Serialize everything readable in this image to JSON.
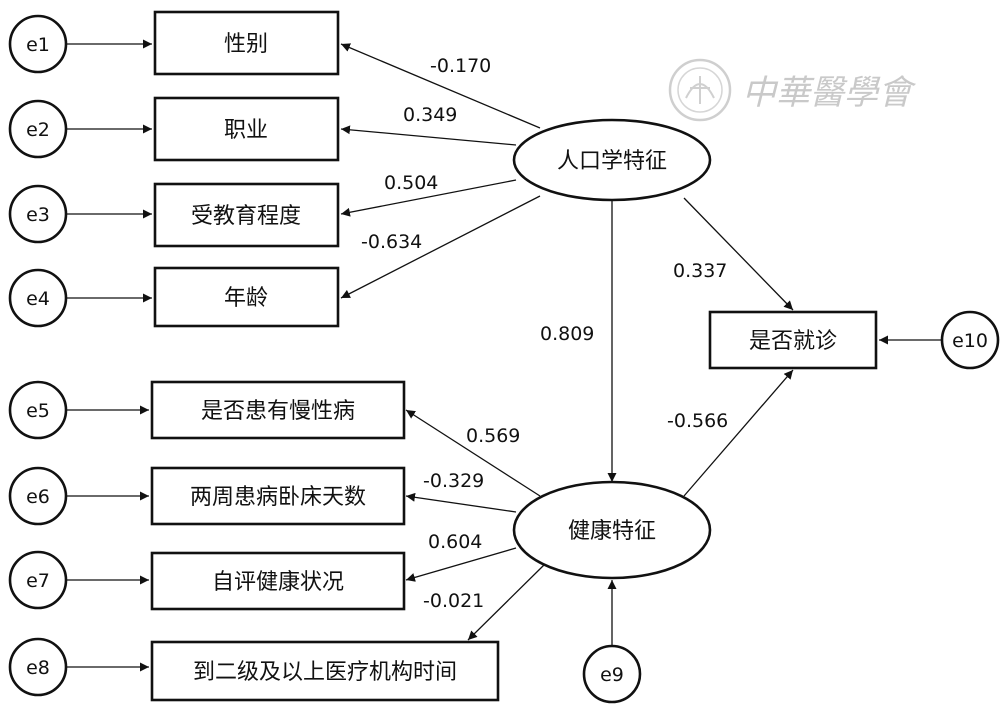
{
  "latent": {
    "demographic": "人口学特征",
    "health": "健康特征"
  },
  "indicators": {
    "gender": "性别",
    "occupation": "职业",
    "education": "受教育程度",
    "age": "年龄",
    "chronic": "是否患有慢性病",
    "bed_days": "两周患病卧床天数",
    "self_rated": "自评健康状况",
    "travel_time": "到二级及以上医疗机构时间",
    "outcome": "是否就诊"
  },
  "errors": {
    "e1": "e1",
    "e2": "e2",
    "e3": "e3",
    "e4": "e4",
    "e5": "e5",
    "e6": "e6",
    "e7": "e7",
    "e8": "e8",
    "e9": "e9",
    "e10": "e10"
  },
  "coefficients": {
    "demo_gender": "-0.170",
    "demo_occupation": "0.349",
    "demo_education": "0.504",
    "demo_age": "-0.634",
    "demo_health": "0.809",
    "demo_outcome": "0.337",
    "health_chronic": "0.569",
    "health_bed_days": "-0.329",
    "health_self_rated": "0.604",
    "health_travel_time": "-0.021",
    "health_outcome": "-0.566"
  },
  "watermark": {
    "text": "中華醫學會"
  }
}
